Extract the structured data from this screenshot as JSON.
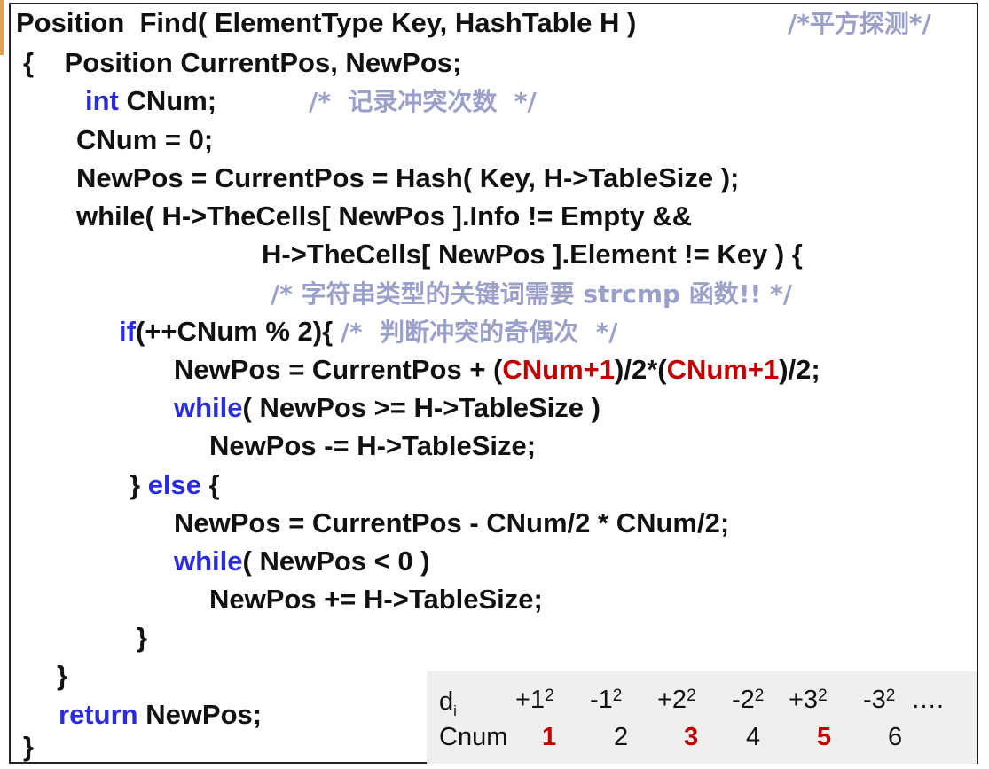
{
  "code": {
    "l1_sig": "Position  Find( ElementType Key, HashTable H )",
    "l1_cm": "/*平方探测*/",
    "l2": "{    Position CurrentPos, NewPos;",
    "l3_kw": "int",
    "l3_code": " CNum;",
    "l3_cm": "/*  记录冲突次数  */",
    "l4": "CNum = 0;",
    "l5": "NewPos = CurrentPos = Hash( Key, H->TableSize );",
    "l6": "while( H->TheCells[ NewPos ].Info != Empty &&",
    "l7": "H->TheCells[ NewPos ].Element != Key ) {",
    "l8_cm": "/* 字符串类型的关键词需要 strcmp 函数!! */",
    "l9_kw": "if",
    "l9_code": "(++CNum % 2){ ",
    "l9_cm": "/*  判断冲突的奇偶次  */",
    "l10_a": "NewPos = CurrentPos + (",
    "l10_r1": "CNum+1",
    "l10_b": ")/2*(",
    "l10_r2": "CNum+1",
    "l10_c": ")/2;",
    "l11_kw": "while",
    "l11_code": "( NewPos >= H->TableSize )",
    "l12": "NewPos -= H->TableSize;",
    "l13_a": "} ",
    "l13_kw": "else",
    "l13_b": " {",
    "l14": "NewPos = CurrentPos - CNum/2 * CNum/2;",
    "l15_kw": "while",
    "l15_code": "( NewPos < 0 )",
    "l16": "NewPos += H->TableSize;",
    "l17": "}",
    "l18": "}",
    "l19_kw": "return",
    "l19_code": " NewPos;",
    "l20": "}"
  },
  "table": {
    "row1_label": "d",
    "row1_sub": "i",
    "d_values": [
      {
        "sign": "+1",
        "exp": "2"
      },
      {
        "sign": "-1",
        "exp": "2"
      },
      {
        "sign": "+2",
        "exp": "2"
      },
      {
        "sign": "-2",
        "exp": "2"
      },
      {
        "sign": "+3",
        "exp": "2"
      },
      {
        "sign": "-3",
        "exp": "2"
      }
    ],
    "ellipsis": "….",
    "row2_label": "Cnum",
    "cnum_values": [
      "1",
      "2",
      "3",
      "4",
      "5",
      "6"
    ]
  },
  "colors": {
    "keyword": "#2a2ae0",
    "comment": "#9aa0c8",
    "highlight": "#c00000"
  }
}
